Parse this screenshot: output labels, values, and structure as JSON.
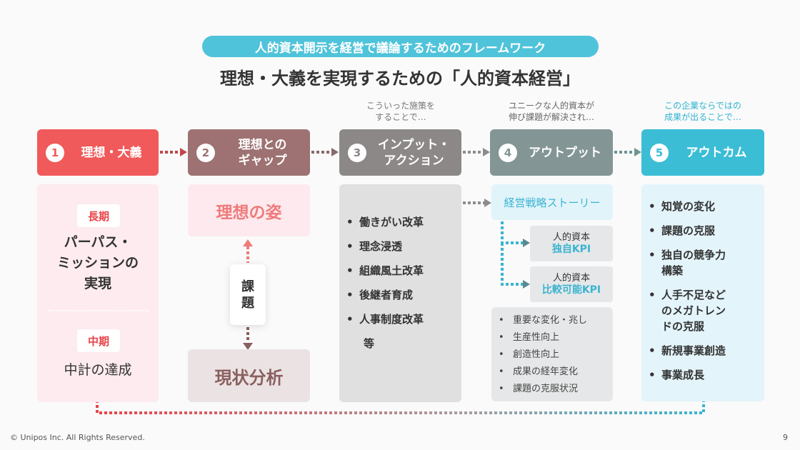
{
  "subtitle": "人的資本開示を経営で議論するためのフレームワーク",
  "title": "理想・大義を実現するための「人的資本経営」",
  "captions": {
    "c3": [
      "こういった施策を",
      "することで…"
    ],
    "c4": [
      "ユニークな人的資本が",
      "伸び課題が解決され…"
    ],
    "c5": [
      "この企業ならではの",
      "成果が出ることで…"
    ]
  },
  "steps": [
    {
      "num": "1",
      "label": "理想・大義",
      "color": "#f05a5a"
    },
    {
      "num": "2",
      "label": "理想との\nギャップ",
      "color": "#9e7272"
    },
    {
      "num": "3",
      "label": "インプット・\nアクション",
      "color": "#8c8888"
    },
    {
      "num": "4",
      "label": "アウトプット",
      "color": "#839595"
    },
    {
      "num": "5",
      "label": "アウトカム",
      "color": "#3bbdd6"
    }
  ],
  "col1": {
    "long_tag": "長期",
    "long_text": "パーパス・\nミッションの\n実現",
    "mid_tag": "中期",
    "mid_text": "中計の達成"
  },
  "col2": {
    "ideal": "理想の姿",
    "issue": "課\n題",
    "current": "現状分析"
  },
  "col3": {
    "items": [
      "働きがい改革",
      "理念浸透",
      "組織風土改革",
      "後継者育成",
      "人事制度改革"
    ],
    "etc": "等"
  },
  "col4": {
    "story": "経営戦略ストーリー",
    "kpi1": {
      "top": "人的資本",
      "bottom": "独自KPI"
    },
    "kpi2": {
      "top": "人的資本",
      "bottom": "比較可能KPI"
    },
    "items": [
      "重要な変化・兆し",
      "生産性向上",
      "創造性向上",
      "成果の経年変化",
      "課題の克服状況"
    ]
  },
  "col5": {
    "items": [
      "知覚の変化",
      "課題の克服",
      "独自の競争力\n構築",
      "人手不足など\nのメガトレン\nドの克服",
      "新規事業創造",
      "事業成長"
    ]
  },
  "footer": {
    "copyright": "© Unipos Inc. All Rights Reserved.",
    "page": "9"
  }
}
